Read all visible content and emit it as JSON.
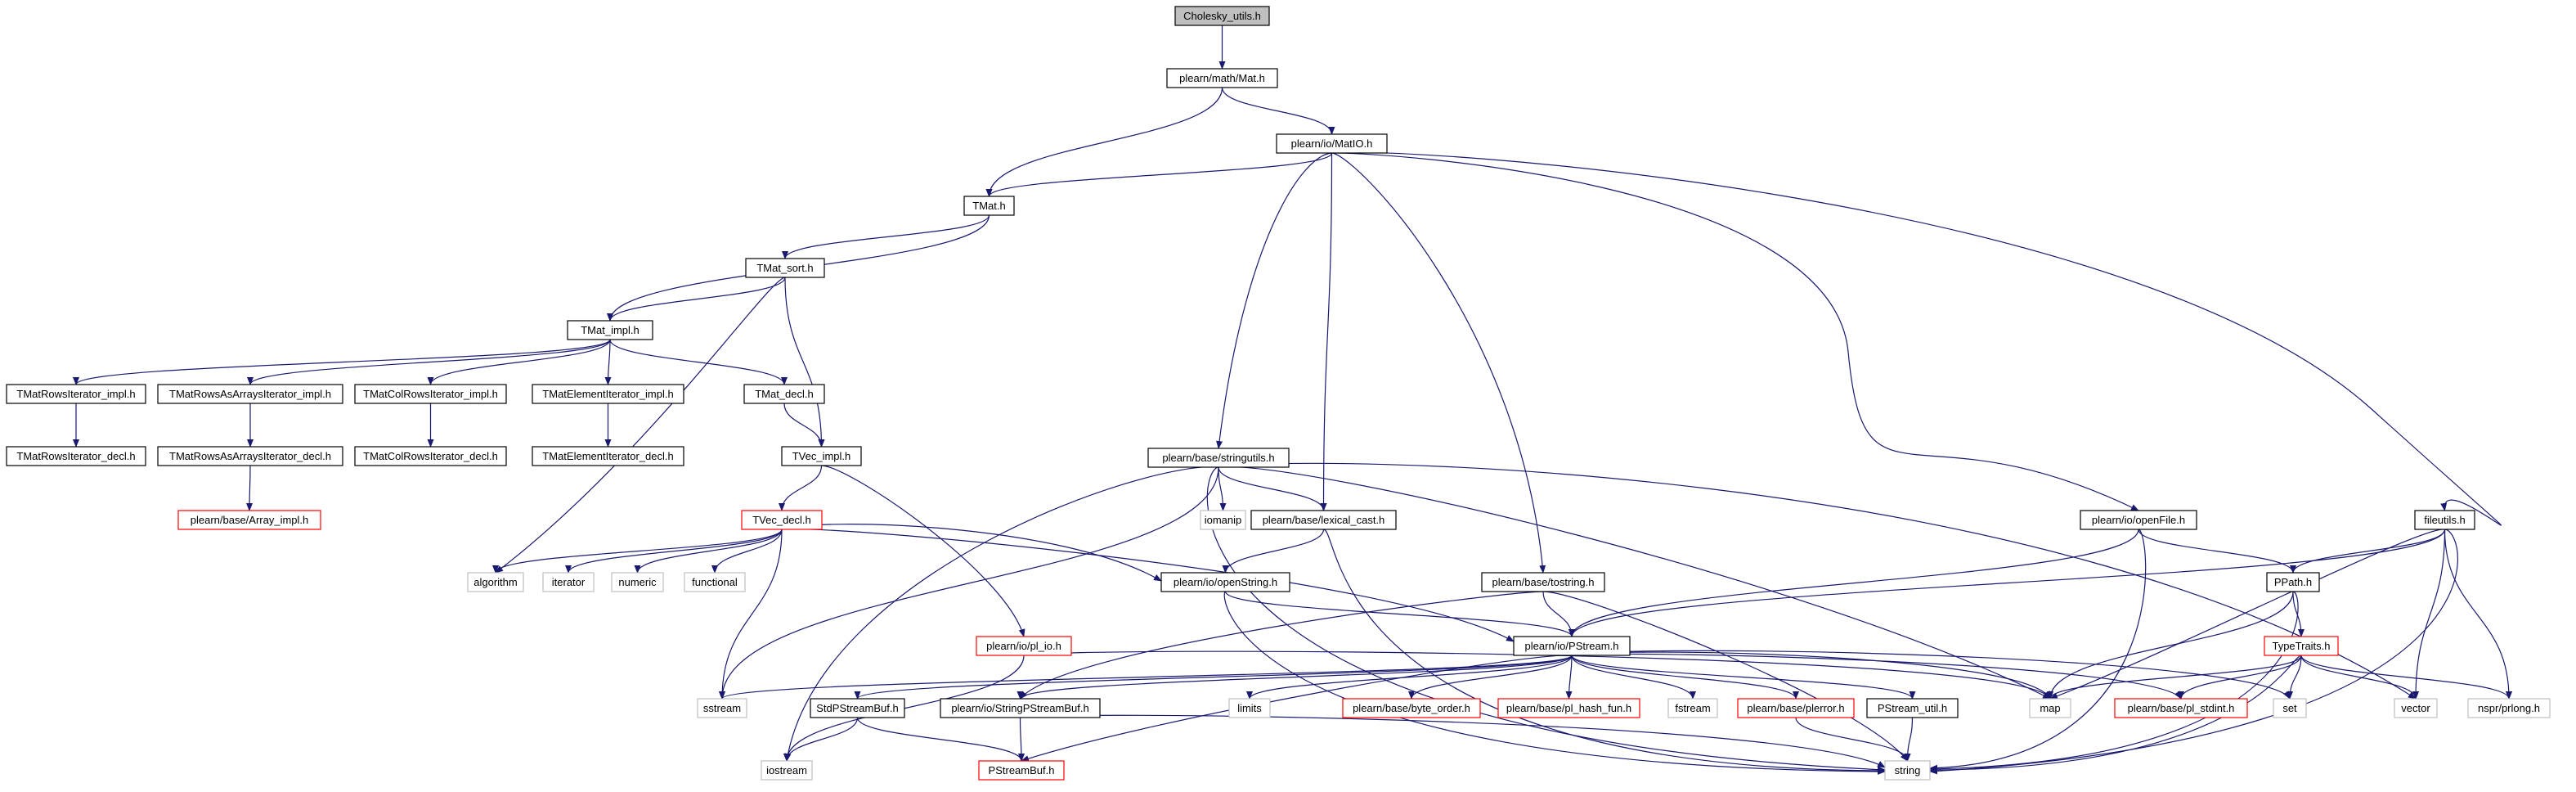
{
  "diagram": {
    "colors": {
      "edge": "#191970",
      "border_normal": "#000000",
      "border_truncated": "#ff0000",
      "border_external": "#bfbfbf",
      "root_fill": "#bfbfbf",
      "fill": "#ffffff",
      "text": "#000000"
    },
    "nodes": [
      {
        "id": "cholesky",
        "label": "Cholesky_utils.h",
        "kind": "root"
      },
      {
        "id": "mat",
        "label": "plearn/math/Mat.h",
        "kind": "normal"
      },
      {
        "id": "matio",
        "label": "plearn/io/MatIO.h",
        "kind": "normal"
      },
      {
        "id": "tmat",
        "label": "TMat.h",
        "kind": "normal"
      },
      {
        "id": "tmatsort",
        "label": "TMat_sort.h",
        "kind": "normal"
      },
      {
        "id": "tmatimpl",
        "label": "TMat_impl.h",
        "kind": "normal"
      },
      {
        "id": "rowsit_impl",
        "label": "TMatRowsIterator_impl.h",
        "kind": "normal"
      },
      {
        "id": "rowsasarr_impl",
        "label": "TMatRowsAsArraysIterator_impl.h",
        "kind": "normal"
      },
      {
        "id": "colrows_impl",
        "label": "TMatColRowsIterator_impl.h",
        "kind": "normal"
      },
      {
        "id": "elemit_impl",
        "label": "TMatElementIterator_impl.h",
        "kind": "normal"
      },
      {
        "id": "tmatdecl",
        "label": "TMat_decl.h",
        "kind": "normal"
      },
      {
        "id": "rowsit_decl",
        "label": "TMatRowsIterator_decl.h",
        "kind": "normal"
      },
      {
        "id": "rowsasarr_decl",
        "label": "TMatRowsAsArraysIterator_decl.h",
        "kind": "normal"
      },
      {
        "id": "colrows_decl",
        "label": "TMatColRowsIterator_decl.h",
        "kind": "normal"
      },
      {
        "id": "elemit_decl",
        "label": "TMatElementIterator_decl.h",
        "kind": "normal"
      },
      {
        "id": "arrayimpl",
        "label": "plearn/base/Array_impl.h",
        "kind": "truncated"
      },
      {
        "id": "tvecimpl",
        "label": "TVec_impl.h",
        "kind": "normal"
      },
      {
        "id": "tvecdecl",
        "label": "TVec_decl.h",
        "kind": "truncated"
      },
      {
        "id": "stringutils",
        "label": "plearn/base/stringutils.h",
        "kind": "normal"
      },
      {
        "id": "iomanip",
        "label": "iomanip",
        "kind": "external"
      },
      {
        "id": "lexcast",
        "label": "plearn/base/lexical_cast.h",
        "kind": "normal"
      },
      {
        "id": "openfile",
        "label": "plearn/io/openFile.h",
        "kind": "normal"
      },
      {
        "id": "fileutils",
        "label": "fileutils.h",
        "kind": "normal"
      },
      {
        "id": "algorithm",
        "label": "algorithm",
        "kind": "external"
      },
      {
        "id": "iterator",
        "label": "iterator",
        "kind": "external"
      },
      {
        "id": "numeric",
        "label": "numeric",
        "kind": "external"
      },
      {
        "id": "functional",
        "label": "functional",
        "kind": "external"
      },
      {
        "id": "openstring",
        "label": "plearn/io/openString.h",
        "kind": "normal"
      },
      {
        "id": "tostring",
        "label": "plearn/base/tostring.h",
        "kind": "normal"
      },
      {
        "id": "ppath",
        "label": "PPath.h",
        "kind": "normal"
      },
      {
        "id": "plio",
        "label": "plearn/io/pl_io.h",
        "kind": "truncated"
      },
      {
        "id": "pstream",
        "label": "plearn/io/PStream.h",
        "kind": "normal"
      },
      {
        "id": "typetraits",
        "label": "TypeTraits.h",
        "kind": "truncated"
      },
      {
        "id": "sstream",
        "label": "sstream",
        "kind": "external"
      },
      {
        "id": "stdpsbuf",
        "label": "StdPStreamBuf.h",
        "kind": "normal"
      },
      {
        "id": "stringpsbuf",
        "label": "plearn/io/StringPStreamBuf.h",
        "kind": "normal"
      },
      {
        "id": "limits",
        "label": "limits",
        "kind": "external"
      },
      {
        "id": "byteorder",
        "label": "plearn/base/byte_order.h",
        "kind": "truncated"
      },
      {
        "id": "hashfun",
        "label": "plearn/base/pl_hash_fun.h",
        "kind": "truncated"
      },
      {
        "id": "fstream",
        "label": "fstream",
        "kind": "external"
      },
      {
        "id": "plerror",
        "label": "plearn/base/plerror.h",
        "kind": "truncated"
      },
      {
        "id": "psutil",
        "label": "PStream_util.h",
        "kind": "normal"
      },
      {
        "id": "map",
        "label": "map",
        "kind": "external"
      },
      {
        "id": "plstdint",
        "label": "plearn/base/pl_stdint.h",
        "kind": "truncated"
      },
      {
        "id": "set",
        "label": "set",
        "kind": "external"
      },
      {
        "id": "vector",
        "label": "vector",
        "kind": "external"
      },
      {
        "id": "nsprlong",
        "label": "nspr/prlong.h",
        "kind": "external"
      },
      {
        "id": "iostream",
        "label": "iostream",
        "kind": "external"
      },
      {
        "id": "psbuf",
        "label": "PStreamBuf.h",
        "kind": "truncated"
      },
      {
        "id": "string",
        "label": "string",
        "kind": "external"
      }
    ],
    "edges": [
      [
        "cholesky",
        "mat"
      ],
      [
        "mat",
        "tmat"
      ],
      [
        "mat",
        "matio"
      ],
      [
        "matio",
        "tmat"
      ],
      [
        "matio",
        "stringutils"
      ],
      [
        "matio",
        "lexcast"
      ],
      [
        "matio",
        "tostring"
      ],
      [
        "matio",
        "openfile"
      ],
      [
        "matio",
        "fileutils"
      ],
      [
        "tmat",
        "tmatsort"
      ],
      [
        "tmat",
        "tmatimpl"
      ],
      [
        "tmatsort",
        "tmatimpl"
      ],
      [
        "tmatsort",
        "algorithm"
      ],
      [
        "tmatsort",
        "tvecimpl"
      ],
      [
        "tmatimpl",
        "rowsit_impl"
      ],
      [
        "tmatimpl",
        "rowsasarr_impl"
      ],
      [
        "tmatimpl",
        "colrows_impl"
      ],
      [
        "tmatimpl",
        "elemit_impl"
      ],
      [
        "tmatimpl",
        "tmatdecl"
      ],
      [
        "rowsit_impl",
        "rowsit_decl"
      ],
      [
        "rowsasarr_impl",
        "rowsasarr_decl"
      ],
      [
        "rowsasarr_decl",
        "arrayimpl"
      ],
      [
        "colrows_impl",
        "colrows_decl"
      ],
      [
        "elemit_impl",
        "elemit_decl"
      ],
      [
        "tmatdecl",
        "tvecimpl"
      ],
      [
        "tvecimpl",
        "tvecdecl"
      ],
      [
        "tvecimpl",
        "plio"
      ],
      [
        "tvecdecl",
        "algorithm"
      ],
      [
        "tvecdecl",
        "iterator"
      ],
      [
        "tvecdecl",
        "numeric"
      ],
      [
        "tvecdecl",
        "functional"
      ],
      [
        "tvecdecl",
        "sstream"
      ],
      [
        "tvecdecl",
        "openstring"
      ],
      [
        "tvecdecl",
        "pstream"
      ],
      [
        "stringutils",
        "iomanip"
      ],
      [
        "stringutils",
        "lexcast"
      ],
      [
        "stringutils",
        "sstream"
      ],
      [
        "stringutils",
        "iostream"
      ],
      [
        "stringutils",
        "string"
      ],
      [
        "stringutils",
        "map"
      ],
      [
        "stringutils",
        "vector"
      ],
      [
        "lexcast",
        "openstring"
      ],
      [
        "lexcast",
        "string"
      ],
      [
        "openfile",
        "pstream"
      ],
      [
        "openfile",
        "ppath"
      ],
      [
        "openfile",
        "string"
      ],
      [
        "fileutils",
        "ppath"
      ],
      [
        "fileutils",
        "pstream"
      ],
      [
        "fileutils",
        "map"
      ],
      [
        "fileutils",
        "vector"
      ],
      [
        "fileutils",
        "nsprlong"
      ],
      [
        "fileutils",
        "string"
      ],
      [
        "openstring",
        "pstream"
      ],
      [
        "openstring",
        "string"
      ],
      [
        "tostring",
        "pstream"
      ],
      [
        "tostring",
        "stringpsbuf"
      ],
      [
        "tostring",
        "string"
      ],
      [
        "ppath",
        "typetraits"
      ],
      [
        "ppath",
        "map"
      ],
      [
        "ppath",
        "string"
      ],
      [
        "plio",
        "iostream"
      ],
      [
        "plio",
        "map"
      ],
      [
        "pstream",
        "sstream"
      ],
      [
        "pstream",
        "stdpsbuf"
      ],
      [
        "pstream",
        "stringpsbuf"
      ],
      [
        "pstream",
        "limits"
      ],
      [
        "pstream",
        "byteorder"
      ],
      [
        "pstream",
        "hashfun"
      ],
      [
        "pstream",
        "fstream"
      ],
      [
        "pstream",
        "plerror"
      ],
      [
        "pstream",
        "psutil"
      ],
      [
        "pstream",
        "map"
      ],
      [
        "pstream",
        "plstdint"
      ],
      [
        "pstream",
        "set"
      ],
      [
        "pstream",
        "psbuf"
      ],
      [
        "typetraits",
        "map"
      ],
      [
        "typetraits",
        "plstdint"
      ],
      [
        "typetraits",
        "set"
      ],
      [
        "typetraits",
        "vector"
      ],
      [
        "typetraits",
        "nsprlong"
      ],
      [
        "typetraits",
        "string"
      ],
      [
        "stdpsbuf",
        "iostream"
      ],
      [
        "stdpsbuf",
        "psbuf"
      ],
      [
        "stringpsbuf",
        "psbuf"
      ],
      [
        "stringpsbuf",
        "string"
      ],
      [
        "plerror",
        "string"
      ],
      [
        "psutil",
        "string"
      ]
    ]
  }
}
